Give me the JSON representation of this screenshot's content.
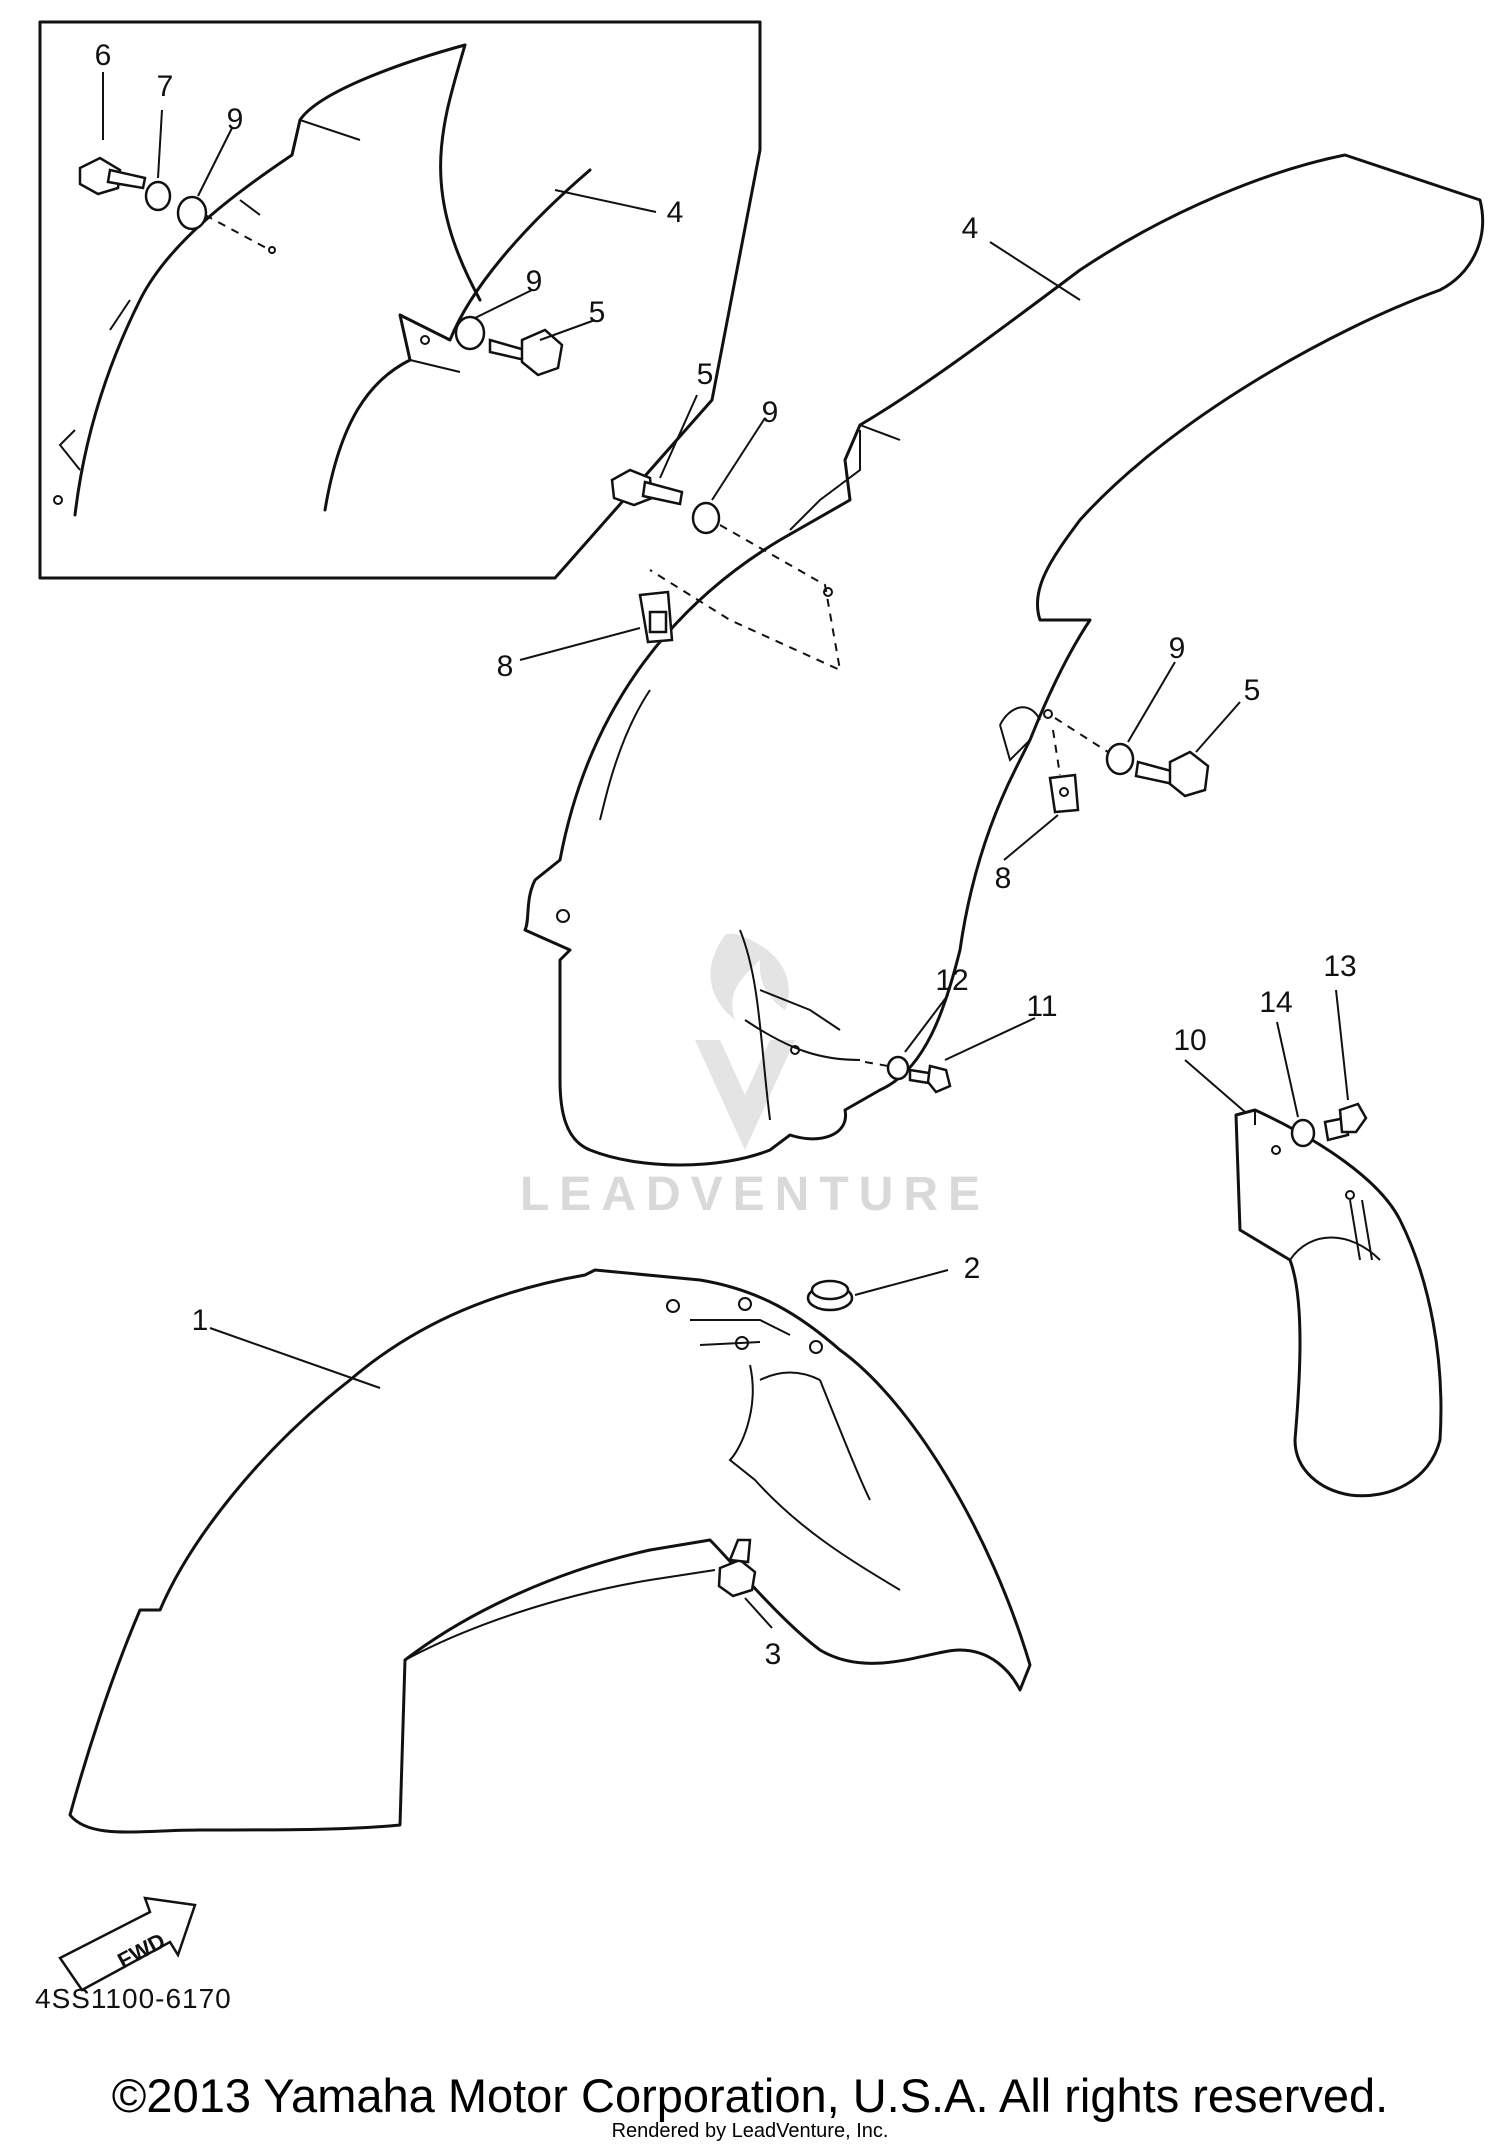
{
  "diagram": {
    "callouts": {
      "c1": "1",
      "c2": "2",
      "c3": "3",
      "c4a": "4",
      "c4b": "4",
      "c5a": "5",
      "c5b": "5",
      "c5c": "5",
      "c6": "6",
      "c7": "7",
      "c8a": "8",
      "c8b": "8",
      "c9a": "9",
      "c9b": "9",
      "c9c": "9",
      "c9d": "9",
      "c10": "10",
      "c11": "11",
      "c12": "12",
      "c13": "13",
      "c14": "14"
    },
    "fwd_label": "FWD",
    "reference_code": "4SS1100-6170",
    "watermark": "LEADVENTURE"
  },
  "footer": {
    "copyright": "©2013 Yamaha Motor Corporation, U.S.A. All rights reserved.",
    "rendered_by": "Rendered by LeadVenture, Inc."
  }
}
